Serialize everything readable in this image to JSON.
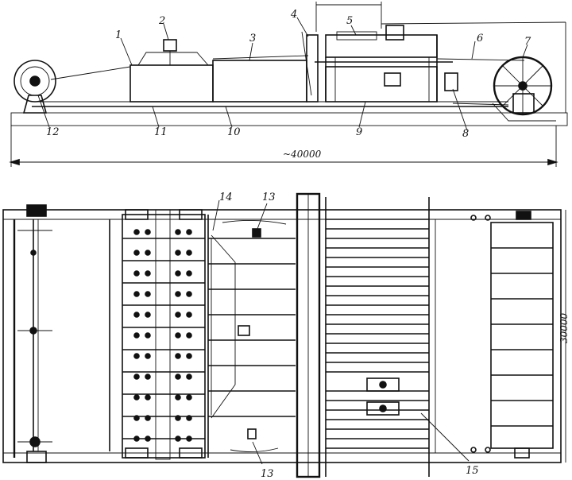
{
  "labels": {
    "n1": "1",
    "n2": "2",
    "n3": "3",
    "n4": "4",
    "n5": "5",
    "n6": "6",
    "n7": "7",
    "n8": "8",
    "n9": "9",
    "n10": "10",
    "n11": "11",
    "n12": "12",
    "n13a": "13",
    "n13b": "13",
    "n14": "14",
    "n15": "15"
  },
  "dimensions": {
    "length": "~40000",
    "width": "30000"
  },
  "colors": {
    "ink": "#111111",
    "paper": "#ffffff"
  }
}
